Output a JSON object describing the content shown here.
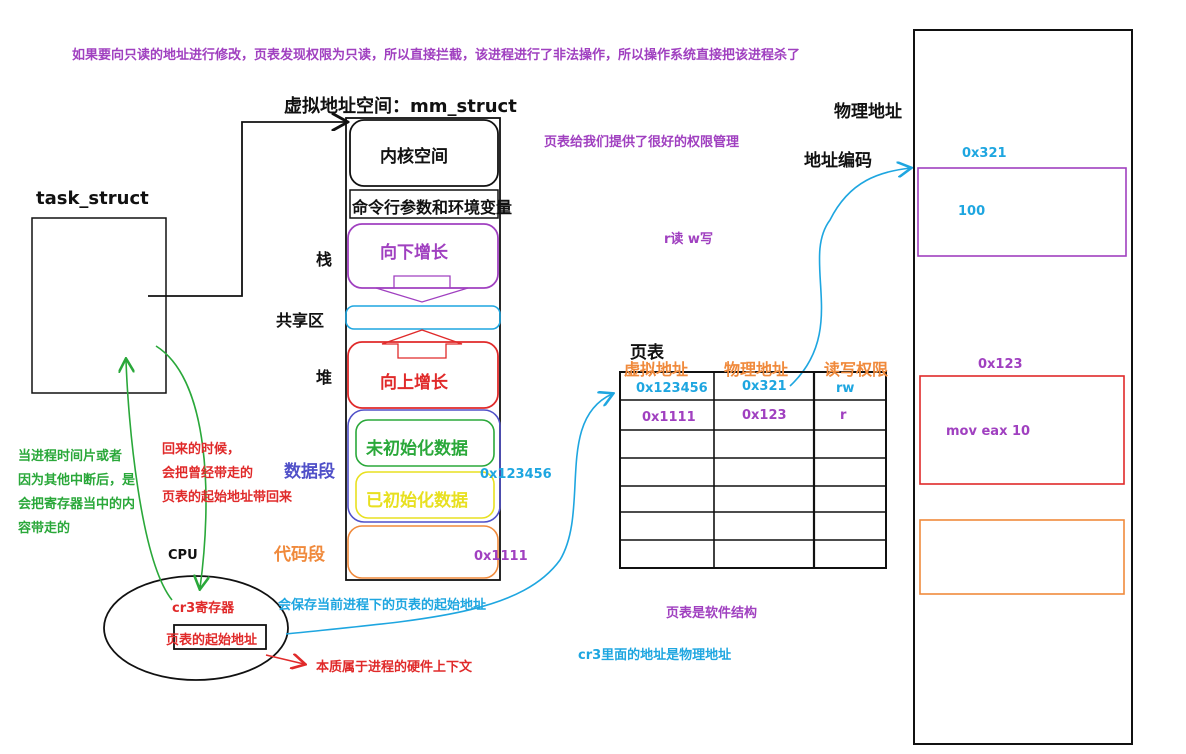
{
  "top_note": "如果要向只读的地址进行修改，页表发现权限为只读，所以直接拦截，该进程进行了非法操作，所以操作系统直接把该进程杀了",
  "task_struct": "task_struct",
  "mm_struct_title": "虚拟地址空间：mm_struct",
  "segments": {
    "kernel": "内核空间",
    "args_env": "命令行参数和环境变量",
    "stack_label": "栈",
    "stack_grow": "向下增长",
    "shared_label": "共享区",
    "heap_label": "堆",
    "heap_grow": "向上增长",
    "data_label": "数据段",
    "uninit": "未初始化数据",
    "init": "已初始化数据",
    "code_label": "代码段",
    "addr_data": "0x123456",
    "addr_code": "0x1111"
  },
  "cpu": {
    "label": "CPU",
    "cr3": "cr3寄存器",
    "page_table_start": "页表的起始地址",
    "essence": "本质属于进程的硬件上下文"
  },
  "notes": {
    "left_green": [
      "当进程时间片或者",
      "因为其他中断后，是",
      "会把寄存器当中的内",
      "容带走的"
    ],
    "red_return": [
      "回来的时候，",
      "会把曾经带走的",
      "页表的起始地址带回来"
    ],
    "save_blue": "会保存当前进程下的页表的起始地址",
    "permission_purple": "页表给我们提供了很好的权限管理",
    "rw_purple": "r读 w写",
    "software_purple": "页表是软件结构",
    "cr3_physical_blue": "cr3里面的地址是物理地址"
  },
  "page_table": {
    "title": "页表",
    "headers": [
      "虚拟地址",
      "物理地址",
      "读写权限"
    ],
    "rows": [
      [
        "0x123456",
        "0x321",
        "rw"
      ],
      [
        "0x1111",
        "0x123",
        "r"
      ]
    ]
  },
  "physical": {
    "title": "物理地址",
    "encoding": "地址编码",
    "block1_addr": "0x321",
    "block1_value": "100",
    "block2_addr": "0x123",
    "block2_value": "mov eax 10"
  }
}
